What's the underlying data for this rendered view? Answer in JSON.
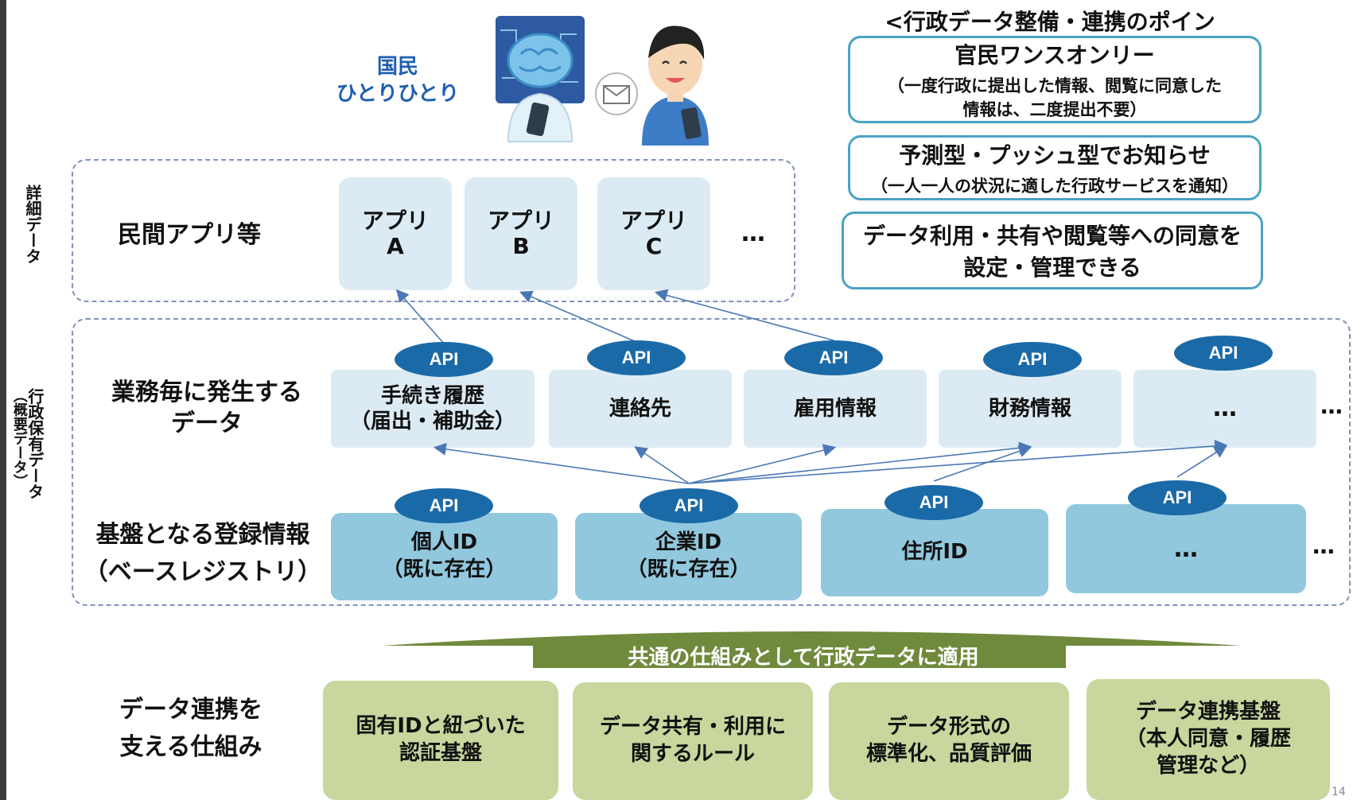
{
  "citizen": {
    "label_line1": "国民",
    "label_line2": "ひとりひとり"
  },
  "points": {
    "heading": "<行政データ整備・連携のポイント>",
    "box1": {
      "title": "官民ワンスオンリー",
      "line1": "（一度行政に提出した情報、閲覧に同意した",
      "line2": "情報は、二度提出不要）"
    },
    "box2": {
      "title": "予測型・プッシュ型でお知らせ",
      "line1": "（一人一人の状況に適した行政サービスを通知）"
    },
    "box3": {
      "line1": "データ利用・共有や閲覧等への同意を",
      "line2": "設定・管理できる"
    }
  },
  "side_labels": {
    "detail": "詳細データ",
    "gov_line1": "行政保有データ",
    "gov_line2": "（概要データ）"
  },
  "private_apps": {
    "label": "民間アプリ等",
    "apps": [
      {
        "line1": "アプリ",
        "line2": "A"
      },
      {
        "line1": "アプリ",
        "line2": "B"
      },
      {
        "line1": "アプリ",
        "line2": "C"
      }
    ],
    "ellipsis": "…"
  },
  "business_data": {
    "label_line1": "業務毎に発生する",
    "label_line2": "データ",
    "cards": [
      {
        "line1": "手続き履歴",
        "line2": "（届出・補助金）"
      },
      {
        "line1": "連絡先",
        "line2": ""
      },
      {
        "line1": "雇用情報",
        "line2": ""
      },
      {
        "line1": "財務情報",
        "line2": ""
      },
      {
        "line1": "…",
        "line2": ""
      }
    ],
    "outside_ellipsis": "…"
  },
  "base_registry": {
    "label_line1": "基盤となる登録情報",
    "label_line2": "（ベースレジストリ）",
    "cards": [
      {
        "line1": "個人ID",
        "line2": "（既に存在）"
      },
      {
        "line1": "企業ID",
        "line2": "（既に存在）"
      },
      {
        "line1": "住所ID",
        "line2": ""
      },
      {
        "line1": "…",
        "line2": ""
      }
    ],
    "outside_ellipsis": "…"
  },
  "api_label": "API",
  "common_banner": "共通の仕組みとして行政データに適用",
  "mechanisms": {
    "label_line1": "データ連携を",
    "label_line2": "支える仕組み",
    "cards": [
      {
        "line1": "固有IDと紐づいた",
        "line2": "認証基盤",
        "line3": ""
      },
      {
        "line1": "データ共有・利用に",
        "line2": "関するルール",
        "line3": ""
      },
      {
        "line1": "データ形式の",
        "line2": "標準化、品質評価",
        "line3": ""
      },
      {
        "line1": "データ連携基盤",
        "line2": "（本人同意・履歴",
        "line3": "管理など）"
      }
    ]
  },
  "colors": {
    "api_fill": "#1b6aa8",
    "light_card": "#dcebf3",
    "base_card": "#91c8dd",
    "point_border": "#4aa3c4",
    "green_card": "#c7d79d",
    "banner": "#6f8a3c"
  },
  "page_number": "14"
}
